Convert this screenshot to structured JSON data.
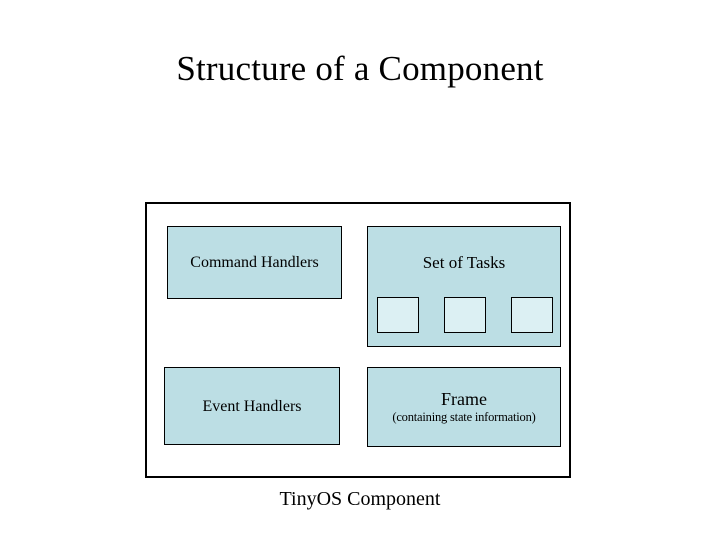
{
  "slide": {
    "title": "Structure of a Component",
    "caption": "TinyOS Component",
    "background_color": "#ffffff",
    "text_color": "#000000"
  },
  "colors": {
    "block_fill": "#bcdee4",
    "task_fill": "#dcf0f3",
    "border": "#000000",
    "container_fill": "#ffffff"
  },
  "diagram": {
    "container_name": "TinyOS Component",
    "blocks": [
      {
        "id": "command-handlers",
        "label": "Command Handlers",
        "sublabel": "",
        "fill": "#bcdee4"
      },
      {
        "id": "set-of-tasks",
        "label": "Set of Tasks",
        "sublabel": "",
        "fill": "#bcdee4",
        "task_count": 3
      },
      {
        "id": "event-handlers",
        "label": "Event Handlers",
        "sublabel": "",
        "fill": "#bcdee4"
      },
      {
        "id": "frame",
        "label": "Frame",
        "sublabel": "(containing state information)",
        "fill": "#bcdee4"
      }
    ],
    "tasks": [
      {
        "id": "task-1",
        "label": ""
      },
      {
        "id": "task-2",
        "label": ""
      },
      {
        "id": "task-3",
        "label": ""
      }
    ]
  }
}
